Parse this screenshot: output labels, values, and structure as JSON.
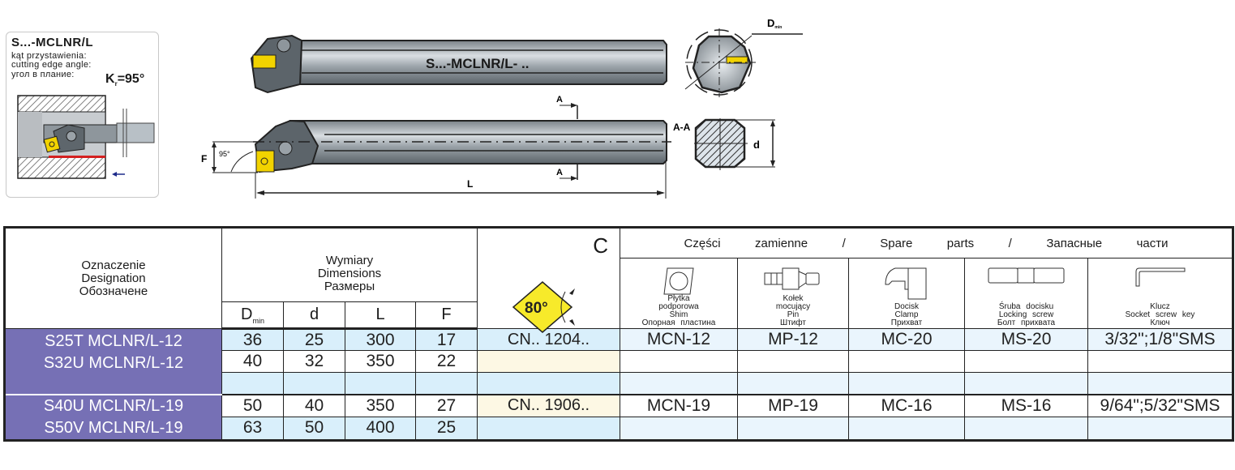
{
  "card": {
    "title": "S...-MCLNR/L",
    "line1": "kąt przystawienia:",
    "line2": "cutting edge angle:",
    "line3": "угол в плание:",
    "kr_symbol": "K",
    "kr_sub": "r",
    "kr_value": "=95°"
  },
  "drawing": {
    "tool_label": "S...-MCLNR/L- ..",
    "section_marker": "A",
    "section_label": "A-A",
    "dim_F": "F",
    "dim_angle": "95°",
    "dim_L": "L",
    "dim_d": "d",
    "dim_Dmin": "D",
    "dim_Dmin_sub": "min"
  },
  "table": {
    "designation_header": [
      "Oznaczenie",
      "Designation",
      "Обозначене"
    ],
    "dimensions_header": [
      "Wymiary",
      "Dimensions",
      "Размеры"
    ],
    "dim_columns": [
      {
        "label": "D",
        "sub": "min"
      },
      {
        "label": "d",
        "sub": ""
      },
      {
        "label": "L",
        "sub": ""
      },
      {
        "label": "F",
        "sub": ""
      }
    ],
    "insert_header": "C",
    "insert_angle": "80°",
    "spare_parts_header": "Części   zamienne   /   Spare   parts   /   Запасные   части",
    "parts": [
      {
        "icon": "shim-icon",
        "lines": [
          "Płytka",
          "podporowa",
          "Shim",
          "Опорная  пластина"
        ]
      },
      {
        "icon": "pin-icon",
        "lines": [
          "Kołek",
          "mocujący",
          "Pin",
          "Штифт"
        ]
      },
      {
        "icon": "clamp-icon",
        "lines": [
          "Docisk",
          "Clamp",
          "Прихват"
        ]
      },
      {
        "icon": "locking-screw-icon",
        "lines": [
          "Śruba  docisku",
          "Locking  screw",
          "Болт  прихвата"
        ]
      },
      {
        "icon": "hex-key-icon",
        "lines": [
          "Klucz",
          "Socket  screw  key",
          "Ключ"
        ]
      }
    ],
    "groups": [
      {
        "rows": [
          {
            "designation": "S25T MCLNR/L-12",
            "Dmin": "36",
            "d": "25",
            "L": "300",
            "F": "17"
          },
          {
            "designation": "S32U MCLNR/L-12",
            "Dmin": "40",
            "d": "32",
            "L": "350",
            "F": "22"
          },
          {
            "designation": "",
            "Dmin": "",
            "d": "",
            "L": "",
            "F": ""
          }
        ],
        "insert": "CN.. 1204..",
        "shim": "MCN-12",
        "pin": "MP-12",
        "clamp": "MC-20",
        "screw": "MS-20",
        "key": "3/32\";1/8\"SMS"
      },
      {
        "rows": [
          {
            "designation": "S40U MCLNR/L-19",
            "Dmin": "50",
            "d": "40",
            "L": "350",
            "F": "27"
          },
          {
            "designation": "S50V MCLNR/L-19",
            "Dmin": "63",
            "d": "50",
            "L": "400",
            "F": "25"
          }
        ],
        "insert": "CN.. 1906..",
        "shim": "MCN-19",
        "pin": "MP-19",
        "clamp": "MC-16",
        "screw": "MS-16",
        "key": "9/64\";5/32\"SMS"
      }
    ]
  }
}
